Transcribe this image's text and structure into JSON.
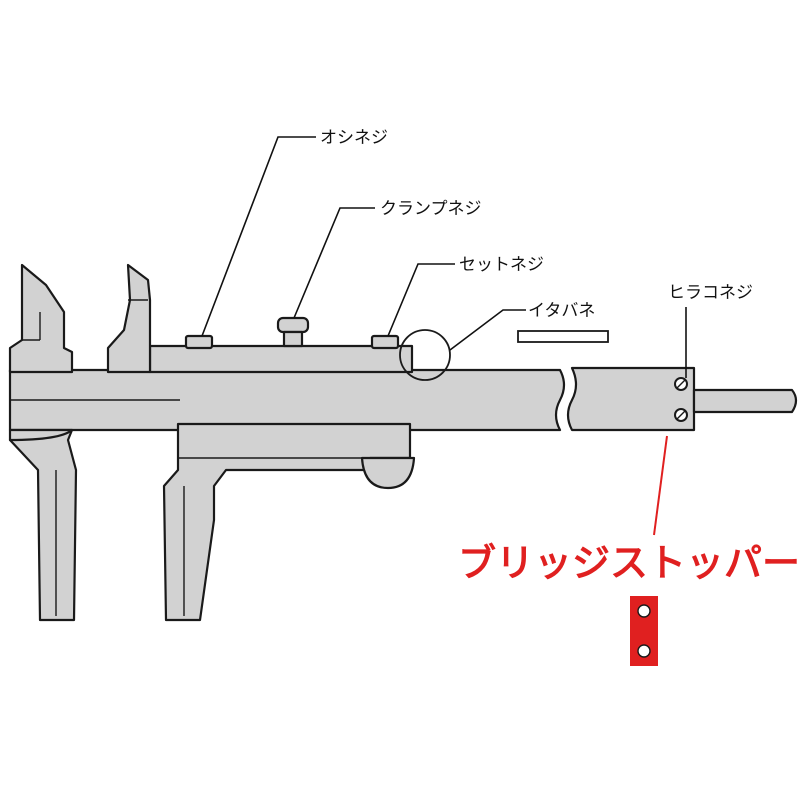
{
  "labels": {
    "oshi_neji": "オシネジ",
    "clamp_neji": "クランプネジ",
    "set_neji": "セットネジ",
    "ita_bane": "イタバネ",
    "hirako_neji": "ヒラコネジ",
    "bridge_stopper": "ブリッジストッパー"
  },
  "colors": {
    "accent_red": "#e02020",
    "body_gray": "#d2d2d2",
    "outline": "#1a1a1a"
  }
}
